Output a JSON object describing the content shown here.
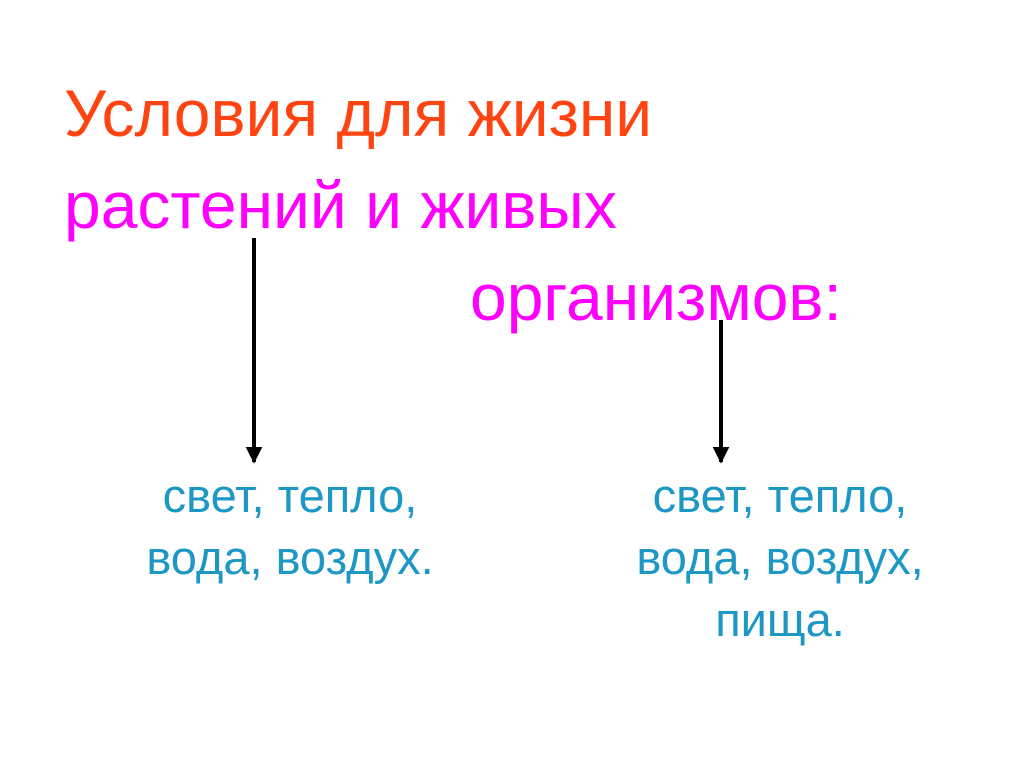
{
  "title": {
    "line1": "Условия для жизни",
    "line2": "растений и живых",
    "line3": "организмов:"
  },
  "colors": {
    "title_line1": "#ff4411",
    "title_lines_2_3": "#ff00ff",
    "items": "#1d97c4",
    "arrows": "#000000"
  },
  "branches": {
    "plants": {
      "lines": [
        "свет, тепло,",
        "вода, воздух."
      ]
    },
    "organisms": {
      "lines": [
        "свет, тепло,",
        "вода, воздух,",
        "пища."
      ]
    }
  }
}
